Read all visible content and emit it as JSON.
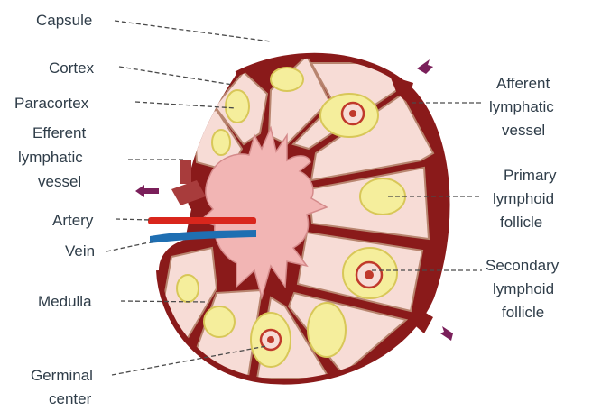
{
  "labels": {
    "capsule": "Capsule",
    "cortex": "Cortex",
    "paracortex": "Paracortex",
    "efferent_1": "Efferent",
    "efferent_2": "lymphatic",
    "efferent_3": "vessel",
    "artery": "Artery",
    "vein": "Vein",
    "medulla": "Medulla",
    "germinal_1": "Germinal",
    "germinal_2": "center",
    "afferent_1": "Afferent",
    "afferent_2": "lymphatic",
    "afferent_3": "vessel",
    "primary_1": "Primary",
    "primary_2": "lymphoid",
    "primary_3": "follicle",
    "secondary_1": "Secondary",
    "secondary_2": "lymphoid",
    "secondary_3": "follicle"
  },
  "colors": {
    "capsule": "#8a1a1a",
    "cortex_fill": "#f7dcd6",
    "medulla": "#f2b5b4",
    "follicle": "#f5ee9c",
    "follicle_edge": "#d8c758",
    "germinal_outer": "#c0392b",
    "artery": "#d9261c",
    "vein": "#1f6fb2",
    "arrow": "#7a1f5a",
    "efferent_vessel": "#a83c3c"
  }
}
